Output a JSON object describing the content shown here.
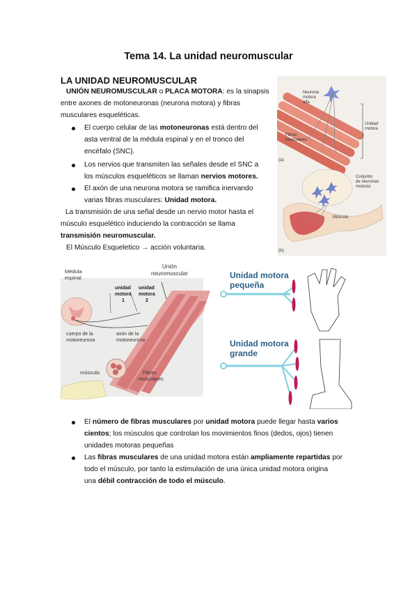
{
  "title": "Tema 14. La unidad neuromuscular",
  "heading": "LA UNIDAD NEUROMUSCULAR",
  "intro": {
    "b1": "UNIÓN NEUROMUSCULAR",
    "t1": " o ",
    "b2": "PLACA MOTORA",
    "t2": ": es la sinapsis",
    "line2": "entre axones de motoneuronas (neurona motora) y fibras",
    "line3": "musculares esqueléticas."
  },
  "bullets_top": [
    {
      "l1a": "El cuerpo celular de las ",
      "l1b": "motoneuronas",
      "l1c": " está dentro del",
      "l2": "asta ventral de la médula espinal y en el tronco del",
      "l3": "encéfalo (SNC)."
    },
    {
      "l1": "Los nervios que transmiten las señales desde el SNC a",
      "l2a": "los músculos esqueléticos se llaman ",
      "l2b": "nervios motores."
    },
    {
      "l1": "El axón de una neurona motora se ramifica inervando",
      "l2a": "varias fibras musculares: ",
      "l2b": "Unidad motora."
    }
  ],
  "transmission": {
    "l1": "La transmisión de una señal desde un nervio motor hasta el",
    "l2": "músculo esquelético induciendo la contracción se llama",
    "l3": "transmisión neuromuscular."
  },
  "voluntary": "El Músculo Esqueletico → acción voluntaria.",
  "fig_right": {
    "neurona": "Neurona",
    "motora": "motora",
    "alfa": "alfa",
    "unidad": "Unidad",
    "motora2": "motora",
    "fibras": "Fibras",
    "musculares": "musculares",
    "a": "(a)",
    "conjunto1": "Conjunto",
    "conjunto2": "de neuronas",
    "conjunto3": "motoras",
    "musculo": "Músculo",
    "b": "(b)"
  },
  "fig_mid": {
    "medula1": "Médula",
    "medula2": "espinal",
    "union1": "Unión",
    "union2": "neuromuscular",
    "um1a": "unidad",
    "um1b": "motora",
    "um1c": "1",
    "um2a": "unidad",
    "um2b": "motora",
    "um2c": "2",
    "cuerpo1": "cuerpo de la",
    "cuerpo2": "motoneurona",
    "axon1": "axón de la",
    "axon2": "motoneurona",
    "musculo": "músculo",
    "fibras1": "Fibras",
    "fibras2": "musculares",
    "pequena1": "Unidad motora",
    "pequena2": "pequeña",
    "grande1": "Unidad motora",
    "grande2": "grande"
  },
  "bullets_bottom": [
    {
      "a": "El ",
      "b": "número de fibras musculares",
      "c": " por ",
      "d": "unidad motora",
      "e": " puede llegar hasta ",
      "f": "varios",
      "l2a": "cientos",
      "l2b": "; los músculos que controlan los movimientos finos (dedos, ojos) tienen",
      "l3": "unidades motoras pequeñas"
    },
    {
      "a": "Las ",
      "b": "fibras musculares",
      "c": " de una unidad motora están ",
      "d": "ampliamente repartidas",
      "e": " por",
      "l2": "todo el músculo, por tanto la estimulación de una única unidad motora origina",
      "l3a": "una ",
      "l3b": "débil contracción de todo el músculo",
      "l3c": "."
    }
  ],
  "colors": {
    "muscle": "#d96a6a",
    "line_blue": "#7fd0df",
    "accent_magenta": "#c0185a",
    "heading_blue": "#2d5f86"
  }
}
